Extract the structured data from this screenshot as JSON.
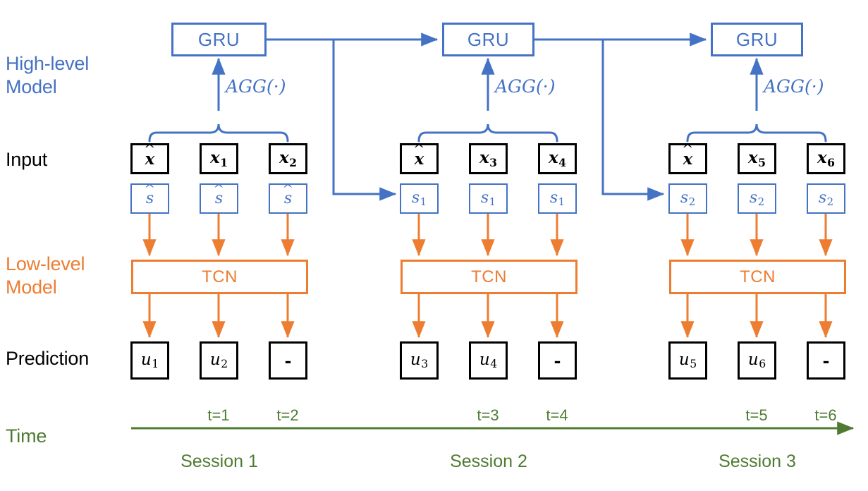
{
  "figure": {
    "title": "Hierarchical session model diagram",
    "colors": {
      "high_level_blue": "#4472C4",
      "low_level_orange": "#ED7D31",
      "time_green": "#4E7B31",
      "black": "#000000",
      "background": "#FFFFFF"
    }
  },
  "row_labels": {
    "high_level": "High-level\nModel",
    "input": "Input",
    "low_level": "Low-level\nModel",
    "prediction": "Prediction",
    "time": "Time"
  },
  "blocks": {
    "gru": "GRU",
    "tcn": "TCN",
    "agg": "AGG(·)"
  },
  "sessions": [
    {
      "name": "Session 1",
      "gru_label": "GRU",
      "tcn_label": "TCN",
      "agg_label": "AGG(·)",
      "inputs": [
        {
          "x_base": "x",
          "x_hat": true,
          "x_sub": "",
          "s_base": "s",
          "s_hat": true,
          "s_sub": ""
        },
        {
          "x_base": "x",
          "x_hat": false,
          "x_sub": "1",
          "s_base": "s",
          "s_hat": true,
          "s_sub": ""
        },
        {
          "x_base": "x",
          "x_hat": false,
          "x_sub": "2",
          "s_base": "s",
          "s_hat": true,
          "s_sub": ""
        }
      ],
      "predictions": [
        {
          "base": "u",
          "sub": "1",
          "empty": false
        },
        {
          "base": "u",
          "sub": "2",
          "empty": false
        },
        {
          "base": "-",
          "sub": "",
          "empty": true
        }
      ],
      "ticks": [
        "t=1",
        "t=2"
      ]
    },
    {
      "name": "Session 2",
      "gru_label": "GRU",
      "tcn_label": "TCN",
      "agg_label": "AGG(·)",
      "inputs": [
        {
          "x_base": "x",
          "x_hat": true,
          "x_sub": "",
          "s_base": "s",
          "s_hat": false,
          "s_sub": "1"
        },
        {
          "x_base": "x",
          "x_hat": false,
          "x_sub": "3",
          "s_base": "s",
          "s_hat": false,
          "s_sub": "1"
        },
        {
          "x_base": "x",
          "x_hat": false,
          "x_sub": "4",
          "s_base": "s",
          "s_hat": false,
          "s_sub": "1"
        }
      ],
      "predictions": [
        {
          "base": "u",
          "sub": "3",
          "empty": false
        },
        {
          "base": "u",
          "sub": "4",
          "empty": false
        },
        {
          "base": "-",
          "sub": "",
          "empty": true
        }
      ],
      "ticks": [
        "t=3",
        "t=4"
      ]
    },
    {
      "name": "Session 3",
      "gru_label": "GRU",
      "tcn_label": "TCN",
      "agg_label": "AGG(·)",
      "inputs": [
        {
          "x_base": "x",
          "x_hat": true,
          "x_sub": "",
          "s_base": "s",
          "s_hat": false,
          "s_sub": "2"
        },
        {
          "x_base": "x",
          "x_hat": false,
          "x_sub": "5",
          "s_base": "s",
          "s_hat": false,
          "s_sub": "2"
        },
        {
          "x_base": "x",
          "x_hat": false,
          "x_sub": "6",
          "s_base": "s",
          "s_hat": false,
          "s_sub": "2"
        }
      ],
      "predictions": [
        {
          "base": "u",
          "sub": "5",
          "empty": false
        },
        {
          "base": "u",
          "sub": "6",
          "empty": false
        },
        {
          "base": "-",
          "sub": "",
          "empty": true
        }
      ],
      "ticks": [
        "t=5",
        "t=6"
      ]
    }
  ]
}
